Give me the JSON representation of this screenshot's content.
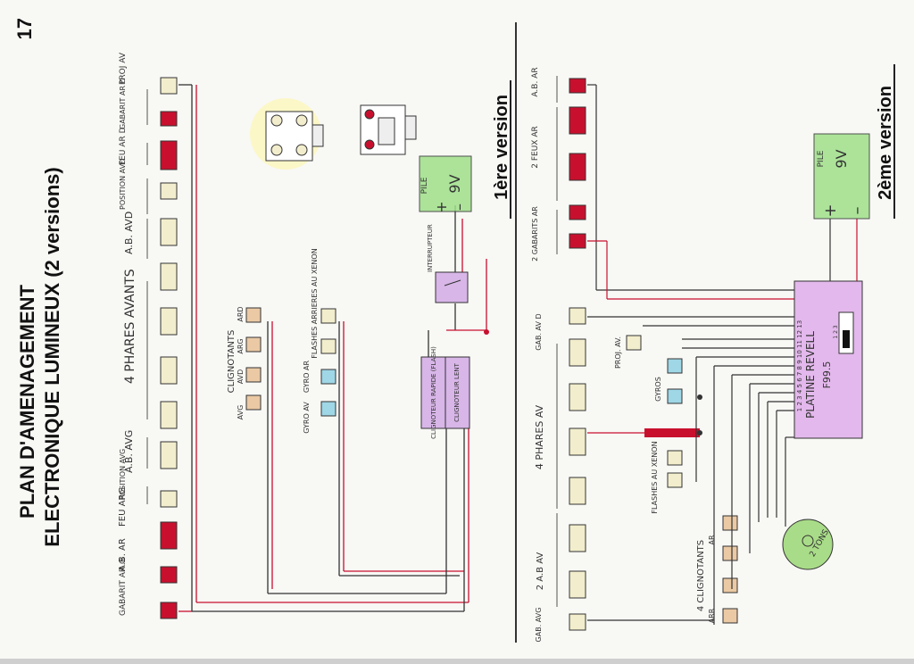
{
  "page_number": "17",
  "title_line1": "PLAN D'AMENAGEMENT",
  "title_line2": "ELECTRONIQUE LUMINEUX (2 versions)",
  "version1": {
    "heading": "1ère version",
    "top_labels": [
      "GABARIT AR G",
      "A.B. AR",
      "FEU ARG",
      "POSITION AVG",
      "A.B. AVG",
      "4 PHARES AVANTS",
      "A.B. AVD",
      "POSITION AVD",
      "FEU AR D",
      "GABARIT AR D",
      "PROJ AV"
    ],
    "clignotants": "CLIGNOTANTS",
    "cligno_items": [
      "AVG",
      "AVD",
      "ARG",
      "ARD"
    ],
    "flash_label": "FLASHES ARRIERES AU XENON",
    "gyro_labels": [
      "GYRO AV",
      "GYRO AR"
    ],
    "interrupteur": "INTERRUPTEUR",
    "pile": "PILE",
    "pile_voltage": "9V",
    "clign_rapide": "CLIGNOTEUR RAPIDE (FLASH)",
    "clign_lent": "CLIGNOTEUR LENT",
    "plus": "+",
    "minus": "–"
  },
  "version2": {
    "heading": "2ème version",
    "top_labels": [
      "A.B. AR",
      "2 FEUX AR",
      "2 GABARITS AR",
      "GAB. AV D",
      "PROJ. AV.",
      "GYROS",
      "4 PHARES AV",
      "FLASHES AU XENON",
      "2 A.B AV",
      "GAB. AVG"
    ],
    "clignotants": "4 CLIGNOTANTS",
    "cligno_sub_top": "AR",
    "cligno_sub_bottom": "ARR",
    "platine": "PLATINE REVELL",
    "platine_ref": "F99.5",
    "pins": "1 2 3 4 5 6 7 8 9 10 11 12 13",
    "switch_pos": "1 2 3",
    "tons": "2 TONS",
    "pile": "PILE",
    "pile_voltage": "9V",
    "plus": "+",
    "minus": "–"
  }
}
